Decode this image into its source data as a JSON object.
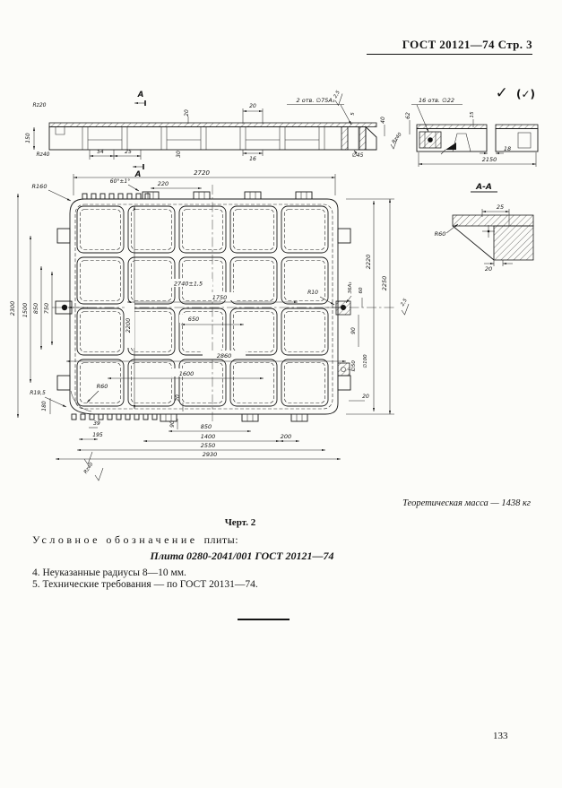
{
  "header": {
    "title": "ГОСТ 20121—74 Стр. 3"
  },
  "surface_marks": {
    "primary": "✓",
    "secondary": "(✓)"
  },
  "section_view": {
    "a_label": "А",
    "rz20": "Rz20",
    "d150": "150",
    "rz40": "Rz40",
    "d54": "54",
    "d25": "25",
    "d20_left": "20",
    "d30": "30",
    "d20_top": "20",
    "d16": "16",
    "holes_2": "2 отв. ∅75А₃",
    "rough_2_5": "2,5",
    "d5": "5",
    "d40": "40",
    "d45": "∅45",
    "rz40_right": "Rz40",
    "d62": "62",
    "holes_16": "16 отв. ∅22",
    "d15": "15",
    "d18": "18",
    "d2150": "2150"
  },
  "plan_view": {
    "top": {
      "d2720": "2720",
      "d220": "220",
      "angle": "60°±1°",
      "r160": "R160"
    },
    "left": {
      "d2300": "2300",
      "d1500": "1500",
      "d850": "850",
      "d750": "750",
      "r19_5": "R19,5",
      "d180": "180",
      "r60": "R60",
      "rz40": "Rz40"
    },
    "center": {
      "d2740": "2740±1,5",
      "d1750": "1750",
      "d650": "650",
      "d2200": "2200",
      "d2860": "2860",
      "d1600": "1600",
      "d20": "20",
      "d90": "90"
    },
    "bottom": {
      "d39": "39",
      "d195": "195",
      "d850": "850",
      "d1400": "1400",
      "d200": "200",
      "d2550": "2550",
      "d2930": "2930"
    },
    "right": {
      "d2220": "2220",
      "d2250": "2250",
      "d36a3": "36А₃",
      "d60": "60",
      "r10": "R10",
      "d90": "90",
      "dia50": "∅50",
      "dia100": "∅100",
      "d20": "20",
      "rough_2_5": "2,5"
    }
  },
  "detail_view": {
    "title": "А-А",
    "d25": "25",
    "r60": "R60",
    "d20": "20"
  },
  "notes": {
    "mass": "Теоретическая масса — 1438 кг",
    "figure": "Черт. 2",
    "designation_spaced": "Условное обозначение",
    "designation_rest": "плиты:",
    "designation_value": "Плита 0280-2041/001 ГОСТ 20121—74",
    "item4": "4. Неуказанные радиусы 8—10 мм.",
    "item5": "5. Технические требования — по ГОСТ 20131—74."
  },
  "footer": {
    "page_number": "133"
  }
}
